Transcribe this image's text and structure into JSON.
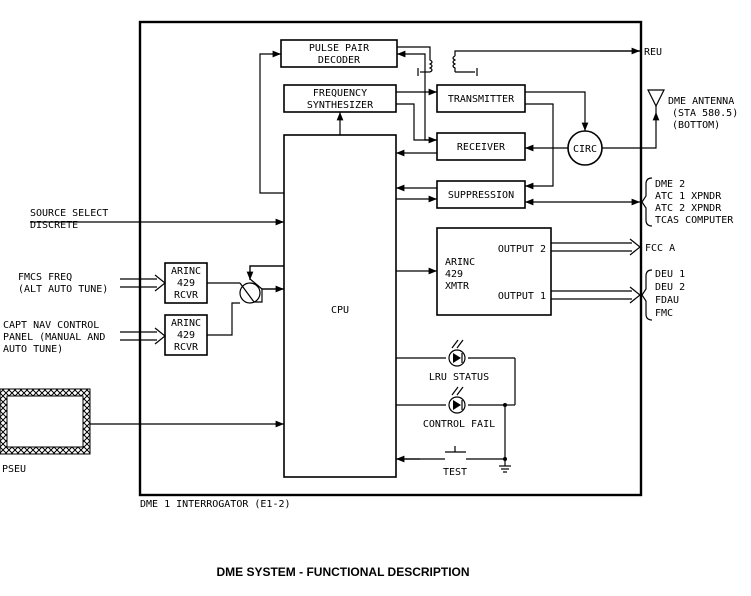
{
  "diagram": {
    "blocks": {
      "pulse_pair_decoder": [
        "PULSE PAIR",
        "DECODER"
      ],
      "frequency_synthesizer": [
        "FREQUENCY",
        "SYNTHESIZER"
      ],
      "transmitter": "TRANSMITTER",
      "receiver": "RECEIVER",
      "suppression": "SUPPRESSION",
      "circ": "CIRC",
      "cpu": "CPU",
      "arinc_rcvr_1": [
        "ARINC",
        "429",
        "RCVR"
      ],
      "arinc_rcvr_2": [
        "ARINC",
        "429",
        "RCVR"
      ],
      "arinc_xmtr": [
        "ARINC",
        "429",
        "XMTR"
      ],
      "output_2": "OUTPUT 2",
      "output_1": "OUTPUT 1"
    },
    "external": {
      "reu": "REU",
      "dme_antenna": [
        "DME ANTENNA",
        "(STA 580.5)",
        "(BOTTOM)"
      ],
      "suppression_bus": [
        "DME 2",
        "ATC 1 XPNDR",
        "ATC 2 XPNDR",
        "TCAS COMPUTER"
      ],
      "source_select": [
        "SOURCE SELECT",
        "DISCRETE"
      ],
      "fmcs_freq": [
        "FMCS FREQ",
        "(ALT AUTO TUNE)"
      ],
      "capt_nav": [
        "CAPT NAV CONTROL",
        "PANEL (MANUAL AND",
        "AUTO TUNE)"
      ],
      "pseu": "PSEU",
      "fcc": "FCC A",
      "output1_bus": [
        "DEU 1",
        "DEU 2",
        "FDAU",
        "FMC"
      ]
    },
    "indicators": {
      "lru_status": "LRU STATUS",
      "control_fail": "CONTROL FAIL",
      "test": "TEST"
    },
    "unit_label": "DME 1 INTERROGATOR (E1-2)",
    "caption": "DME SYSTEM - FUNCTIONAL DESCRIPTION"
  }
}
